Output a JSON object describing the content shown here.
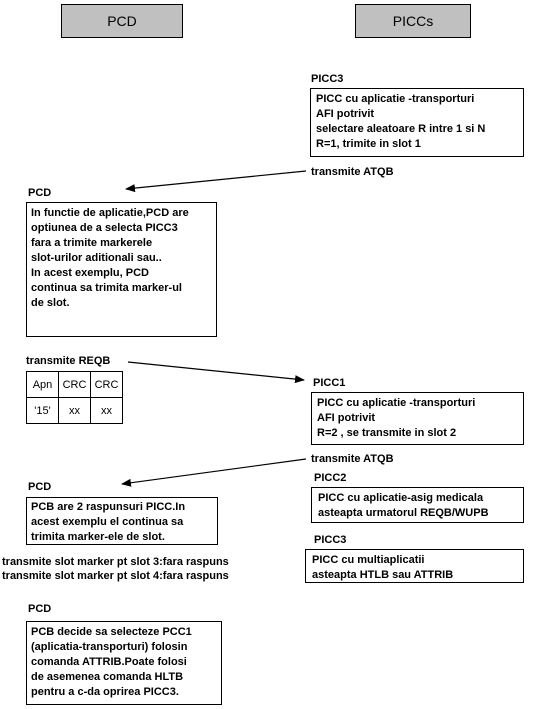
{
  "headers": {
    "pcd": "PCD",
    "piccs": "PICCs"
  },
  "picc3_a": {
    "label": "PICC3",
    "lines": [
      "PICC cu aplicatie -transporturi",
      "AFI potrivit",
      "selectare aleatoare R intre 1 si N",
      "R=1, trimite in slot 1"
    ]
  },
  "atqb_1": "transmite ATQB",
  "pcd_1": {
    "label": "PCD",
    "lines": [
      "In functie de aplicatie,PCD are",
      "optiunea de a selecta PICC3",
      "fara a trimite markerele",
      "slot-urilor aditionali sau..",
      "In acest exemplu, PCD",
      "continua sa trimita marker-ul",
      "de slot."
    ]
  },
  "reqb": "transmite REQB",
  "frame": {
    "headers": [
      "Apn",
      "CRC",
      "CRC"
    ],
    "values": [
      "'15'",
      "xx",
      "xx"
    ]
  },
  "picc1": {
    "label": "PICC1",
    "lines": [
      "PICC cu aplicatie -transporturi",
      "AFI potrivit",
      "R=2 , se transmite in slot 2"
    ]
  },
  "atqb_2": "transmite ATQB",
  "picc2": {
    "label": "PICC2",
    "lines": [
      "PICC cu aplicatie-asig medicala",
      "asteapta urmatorul REQB/WUPB"
    ]
  },
  "picc3_b": {
    "label": "PICC3",
    "lines": [
      "PICC cu multiaplicatii",
      "asteapta HTLB sau ATTRIB"
    ]
  },
  "pcd_2": {
    "label": "PCD",
    "lines": [
      "PCB are 2 raspunsuri PICC.In",
      "acest exemplu el continua sa",
      "trimita marker-ele de slot."
    ]
  },
  "slot3": "transmite slot marker pt slot 3:fara raspuns",
  "slot4": "transmite slot marker pt slot 4:fara raspuns",
  "pcd_3": {
    "label": "PCD",
    "lines": [
      "PCB decide sa selecteze PCC1",
      "(aplicatia-transporturi) folosin",
      "comanda ATTRIB.Poate folosi",
      "de asemenea comanda HLTB",
      "pentru a c-da oprirea PICC3."
    ]
  }
}
